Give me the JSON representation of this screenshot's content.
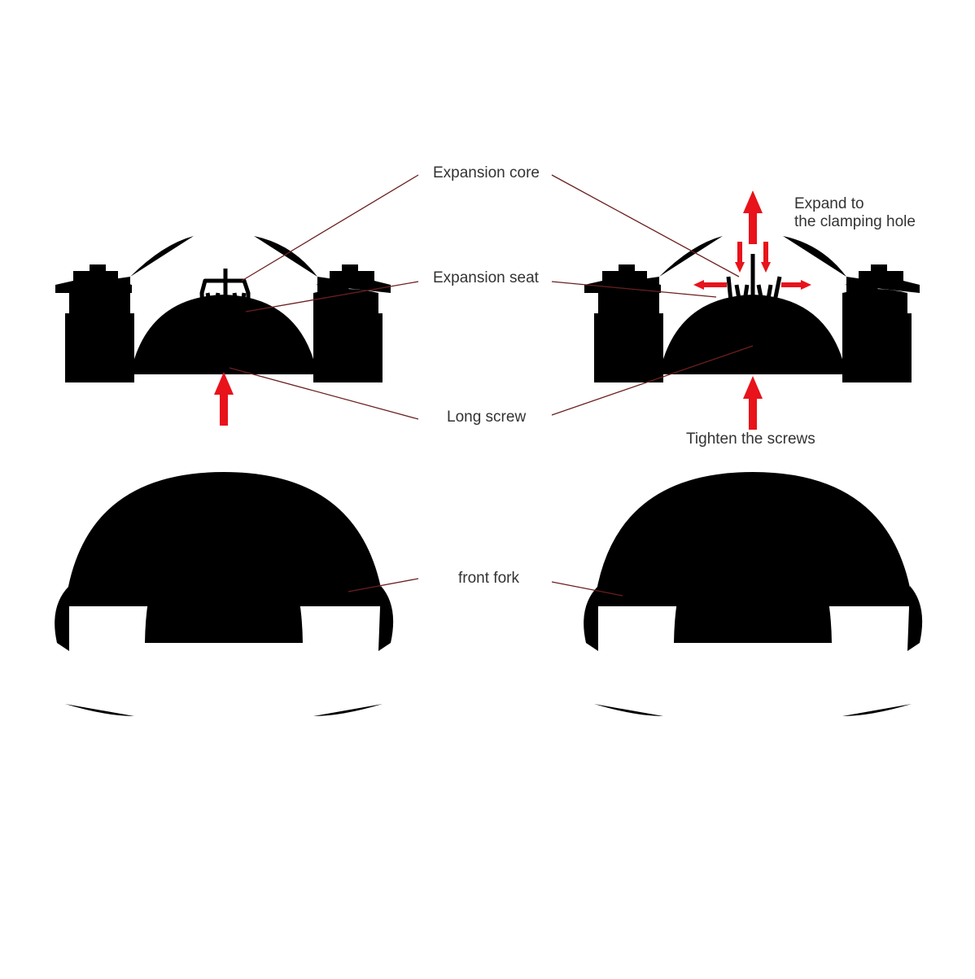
{
  "labels": {
    "expansion_core": "Expansion core",
    "expansion_seat": "Expansion seat",
    "long_screw": "Long screw",
    "front_fork": "front fork",
    "expand_line1": "Expand to",
    "expand_line2": "the clamping hole",
    "tighten": "Tighten the screws"
  },
  "colors": {
    "fork_outline": "#8a8a8a",
    "plug": "#000000",
    "arrow": "#e8131b",
    "leader_line": "#6b1f1f",
    "text": "#333333"
  },
  "icons": [
    "up-arrow-icon",
    "expansion-plug-icon"
  ]
}
